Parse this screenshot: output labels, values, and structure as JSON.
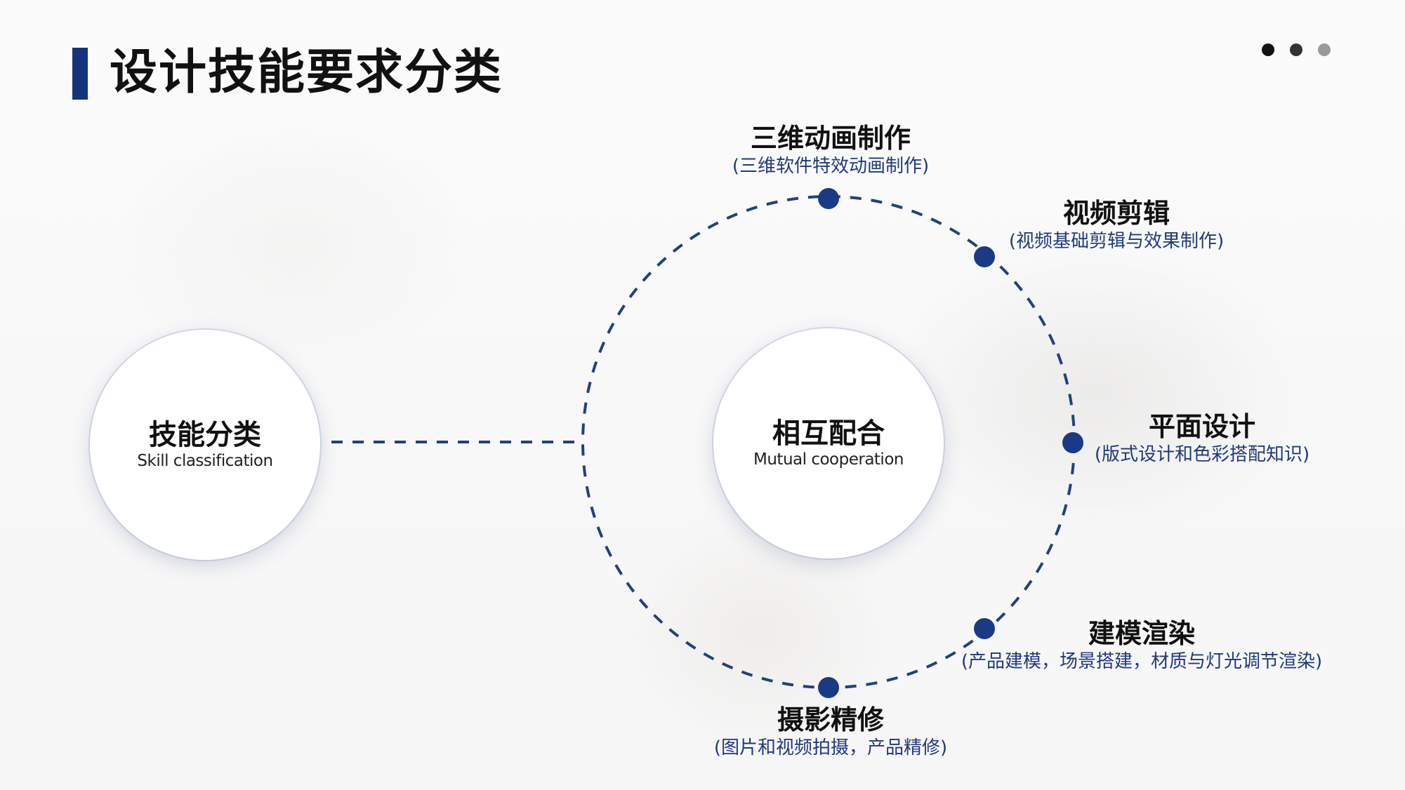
{
  "title": "设计技能要求分类",
  "colors": {
    "accent": "#15337a",
    "dashed_line": "#23407e",
    "node_dot": "#1b3a86",
    "dot_dark": "#111111",
    "dot_mid": "#333333",
    "dot_light": "#9a9a9a"
  },
  "left_circle": {
    "title": "技能分类",
    "subtitle": "Skill classification"
  },
  "center_circle": {
    "title": "相互配合",
    "subtitle": "Mutual cooperation"
  },
  "nodes": [
    {
      "title": "三维动画制作",
      "desc": "(三维软件特效动画制作)"
    },
    {
      "title": "视频剪辑",
      "desc": "(视频基础剪辑与效果制作)"
    },
    {
      "title": "平面设计",
      "desc": "(版式设计和色彩搭配知识)"
    },
    {
      "title": "建模渲染",
      "desc": "(产品建模，场景搭建，材质与灯光调节渲染)"
    },
    {
      "title": "摄影精修",
      "desc": "(图片和视频拍摄，产品精修)"
    }
  ]
}
